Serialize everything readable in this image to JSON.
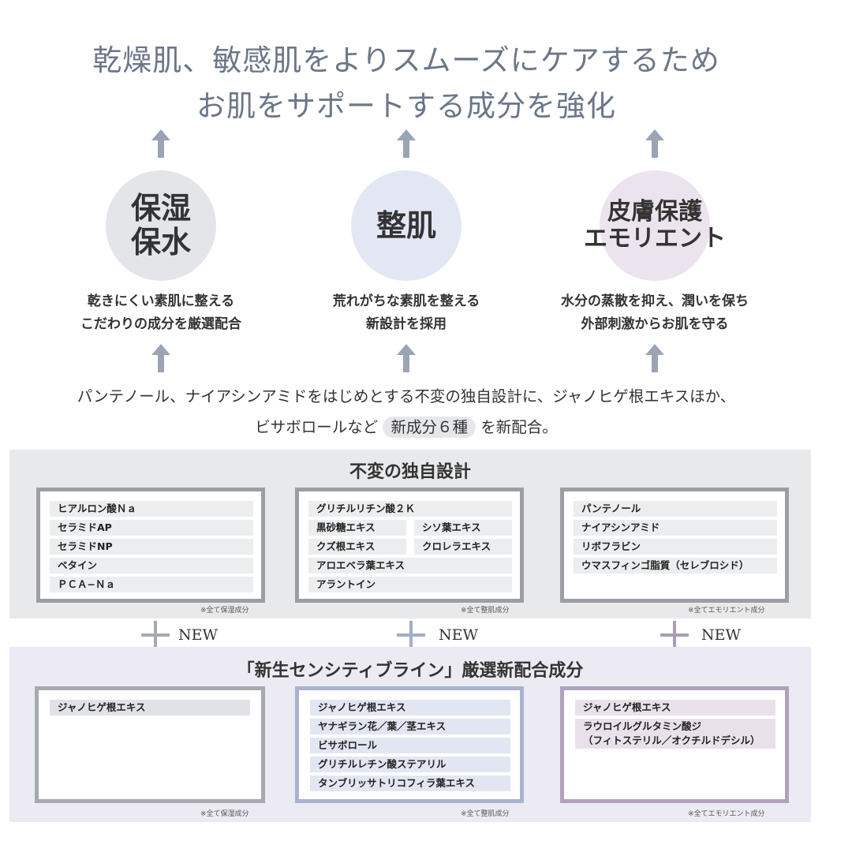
{
  "headline": {
    "line1": "乾燥肌、敏感肌をよりスムーズにケアするため",
    "line2": "お肌をサポートする成分を強化"
  },
  "pillars": [
    {
      "label": "保湿\n保水",
      "desc": "乾きにくい素肌に整える\nこだわりの成分を厳選配合",
      "color": "#e3e5e9"
    },
    {
      "label": "整肌",
      "desc": "荒れがちな素肌を整える\n新設計を採用",
      "color": "#e3e7f3"
    },
    {
      "label": "皮膚保護\nエモリエント",
      "desc": "水分の蒸散を抑え、潤いを保ち\n外部刺激からお肌を守る",
      "color": "#ebe3ed"
    }
  ],
  "intro": {
    "line1": "パンテノール、ナイアシンアミドをはじめとする不変の独自設計に、ジャノヒゲ根エキスほか、",
    "line2_pre": "ビサボロールなど",
    "line2_highlight": "新成分６種",
    "line2_post": "を新配合。"
  },
  "section_unchanged": {
    "title": "不変の独自設計",
    "bg": "#e8e9ea",
    "boxes": [
      {
        "items": [
          "ヒアルロン酸Ｎａ",
          "セラミドAP",
          "セラミドNP",
          "ベタイン",
          "ＰＣＡ−Ｎａ"
        ],
        "note": "※全て保湿成分"
      },
      {
        "items": [
          "グリチルリチン酸２Ｋ",
          "黒砂糖エキス",
          "シソ葉エキス",
          "クズ根エキス",
          "クロレラエキス",
          "アロエベラ葉エキス",
          "アラントイン"
        ],
        "note": "※全て整肌成分"
      },
      {
        "items": [
          "パンテノール",
          "ナイアシンアミド",
          "リボフラビン",
          "ウマスフィンゴ脂質（セレブロシド）"
        ],
        "note": "※全てエモリエント成分"
      }
    ]
  },
  "new_label": "NEW",
  "section_new": {
    "title": "「新生センシティブライン」厳選新配合成分",
    "bg": "#ecebf3",
    "boxes": [
      {
        "items": [
          "ジャノヒゲ根エキス"
        ],
        "note": "※全て保湿成分",
        "border": "#a5aab0",
        "tag_bg": "#e1e2e5"
      },
      {
        "items": [
          "ジャノヒゲ根エキス",
          "ヤナギラン花／葉／茎エキス",
          "ビサボロール",
          "グリチルレチン酸ステアリル",
          "タンブリッサトリコフィラ葉エキス"
        ],
        "note": "※全て整肌成分",
        "border": "#a9b3cf",
        "tag_bg": "#e2e6f3"
      },
      {
        "items": [
          "ジャノヒゲ根エキス",
          "ラウロイルグルタミン酸ジ\n（フィトステリル／オクチルドデシル）"
        ],
        "note": "※全てエモリエント成分",
        "border": "#b0a2bc",
        "tag_bg": "#e8e1ea"
      }
    ]
  },
  "colors": {
    "headline": "#6b7689",
    "arrow": "#9ba4b4",
    "plus_1": "#a4aab2",
    "plus_2": "#a3adc6",
    "plus_3": "#aa9db5",
    "tag_unchanged": "#ecedef"
  }
}
